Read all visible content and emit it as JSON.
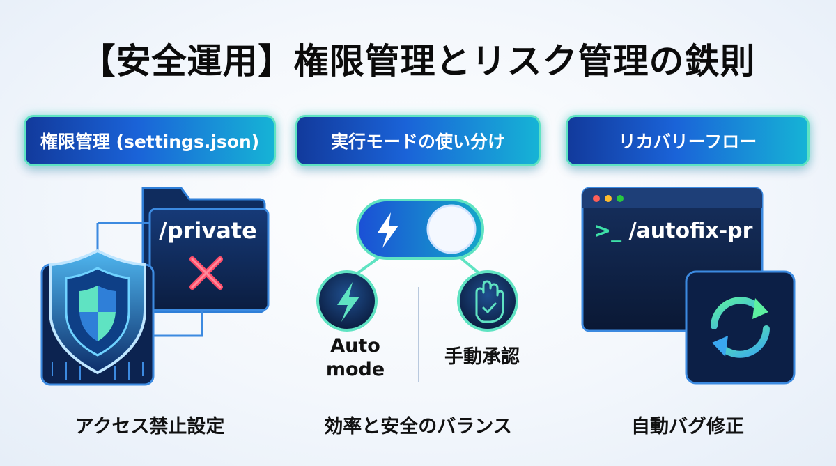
{
  "title": "【安全運用】権限管理とリスク管理の鉄則",
  "columns": [
    {
      "header": "権限管理 (settings.json)",
      "folder_label": "/private",
      "caption": "アクセス禁止設定",
      "icons": [
        "shield-icon",
        "folder-icon",
        "close-icon"
      ]
    },
    {
      "header": "実行モードの使い分け",
      "options": [
        {
          "label_line1": "Auto",
          "label_line2": "mode",
          "icon": "lightning-icon"
        },
        {
          "label": "手動承認",
          "icon": "hand-check-icon"
        }
      ],
      "caption": "効率と安全のバランス",
      "icons": [
        "toggle-switch-icon",
        "lightning-icon"
      ]
    },
    {
      "header": "リカバリーフロー",
      "terminal_prompt": ">_",
      "terminal_command": "/autofix-pr",
      "caption": "自動バグ修正",
      "icons": [
        "terminal-icon",
        "refresh-icon"
      ]
    }
  ],
  "colors": {
    "accent_teal": "#5fe3c2",
    "accent_blue": "#1a63d8",
    "dark_navy": "#0e1e3e",
    "alert_red": "#ff4d6a"
  }
}
